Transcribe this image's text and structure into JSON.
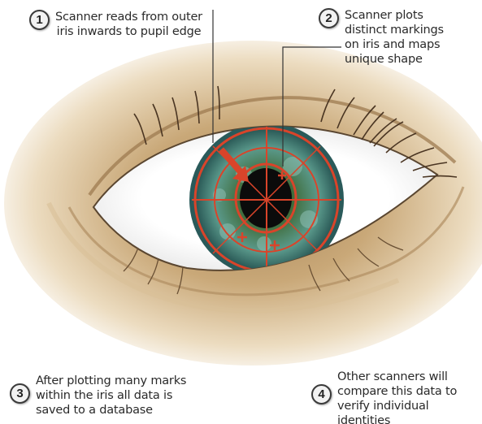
{
  "steps": [
    {
      "number": "1",
      "text": "Scanner reads from outer\niris inwards to pupil edge"
    },
    {
      "number": "2",
      "text": "Scanner plots\ndistinct markings\non iris and maps\nunique shape"
    },
    {
      "number": "3",
      "text": "After plotting many marks\nwithin the iris all data is\nsaved to a database"
    },
    {
      "number": "4",
      "text": "Other scanners will\ncompare this data to\nverify individual identities"
    }
  ],
  "icons": [
    "eye-illustration",
    "scan-grid-overlay",
    "arrow-icon",
    "plus-marker-icon"
  ],
  "colors": {
    "accent": "#d9442a",
    "iris": "#3d7a72",
    "skin": "#c9a878",
    "pupil": "#0b0b0b"
  }
}
